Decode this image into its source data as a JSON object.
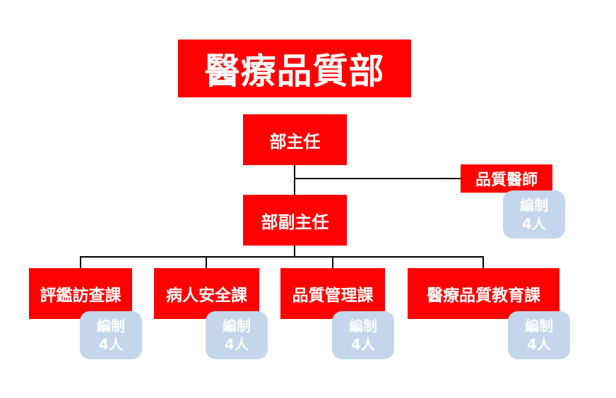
{
  "title": "醫療品質部",
  "director": "部主任",
  "deputy_director": "部副主任",
  "quality_physician": {
    "label": "品質醫師",
    "quota_label": "編制",
    "quota_count": "4人"
  },
  "sections": [
    {
      "label": "評鑑訪查課",
      "quota_label": "編制",
      "quota_count": "4人"
    },
    {
      "label": "病人安全課",
      "quota_label": "編制",
      "quota_count": "4人"
    },
    {
      "label": "品質管理課",
      "quota_label": "編制",
      "quota_count": "4人"
    },
    {
      "label": "醫療品質教育課",
      "quota_label": "編制",
      "quota_count": "4人"
    }
  ],
  "colors": {
    "box_fill": "#ff0000",
    "box_text": "#ffffff",
    "quota_fill": "#c3d6ec",
    "connector": "#000000"
  }
}
